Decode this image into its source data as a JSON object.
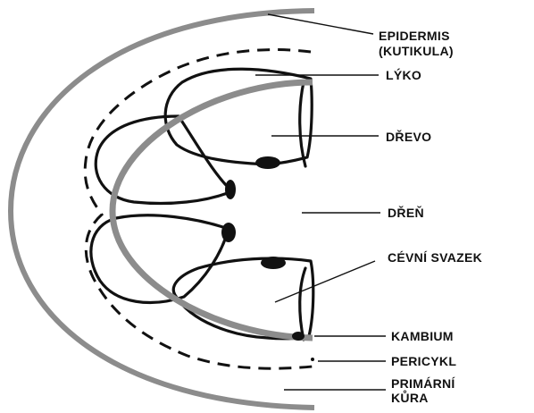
{
  "labels": {
    "epidermis_line1": "EPIDERMIS",
    "epidermis_line2": "(KUTIKULA)",
    "lyko": "LÝKO",
    "drevo": "DŘEVO",
    "dren": "DŘEŇ",
    "cevni_svazek": "CÉVNÍ SVAZEK",
    "kambium": "KAMBIUM",
    "pericykl": "PERICYKL",
    "primarni_line1": "PRIMÁRNÍ",
    "primarni_line2": "KŮRA"
  },
  "colors": {
    "ring": "#8c8c8c",
    "ink": "#111111",
    "background": "#ffffff"
  }
}
